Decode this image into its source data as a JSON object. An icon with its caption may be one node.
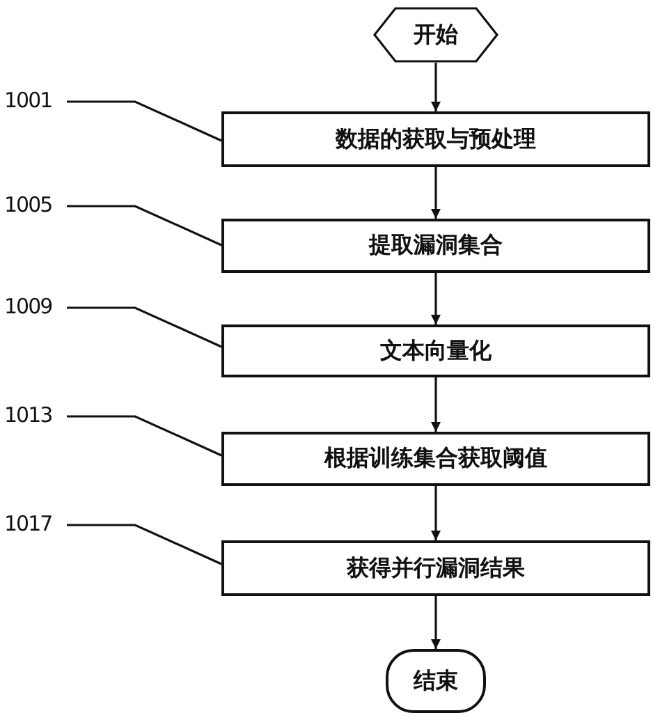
{
  "diagram": {
    "nodes": [
      {
        "text": [
          "开始"
        ]
      },
      {
        "text": [
          "数据的获取与预处理"
        ]
      },
      {
        "text": [
          "提取漏洞集合"
        ]
      },
      {
        "text": [
          "文本向量化"
        ]
      },
      {
        "text": [
          "根据训练集合获取阈值"
        ]
      },
      {
        "text": [
          "获得并行漏洞结果"
        ]
      },
      {
        "text": [
          "结束"
        ]
      },
      {
        "text": [
          "1001"
        ]
      },
      {
        "text": [
          "1005"
        ]
      },
      {
        "text": [
          "1009"
        ]
      },
      {
        "text": [
          "1013"
        ]
      },
      {
        "text": [
          "1017"
        ]
      }
    ],
    "edges": [
      {
        "from": 0,
        "to": 1,
        "arrow": "to"
      },
      {
        "from": 1,
        "to": 2,
        "arrow": "to"
      },
      {
        "from": 2,
        "to": 3,
        "arrow": "to"
      },
      {
        "from": 3,
        "to": 4,
        "arrow": "to"
      },
      {
        "from": 4,
        "to": 5,
        "arrow": "to"
      },
      {
        "from": 5,
        "to": 6,
        "arrow": "to"
      },
      {
        "from": 7,
        "to": 1,
        "arrow": "none"
      },
      {
        "from": 8,
        "to": 2,
        "arrow": "none"
      },
      {
        "from": 9,
        "to": 3,
        "arrow": "none"
      },
      {
        "from": 10,
        "to": 4,
        "arrow": "none"
      },
      {
        "from": 11,
        "to": 5,
        "arrow": "none"
      }
    ]
  }
}
